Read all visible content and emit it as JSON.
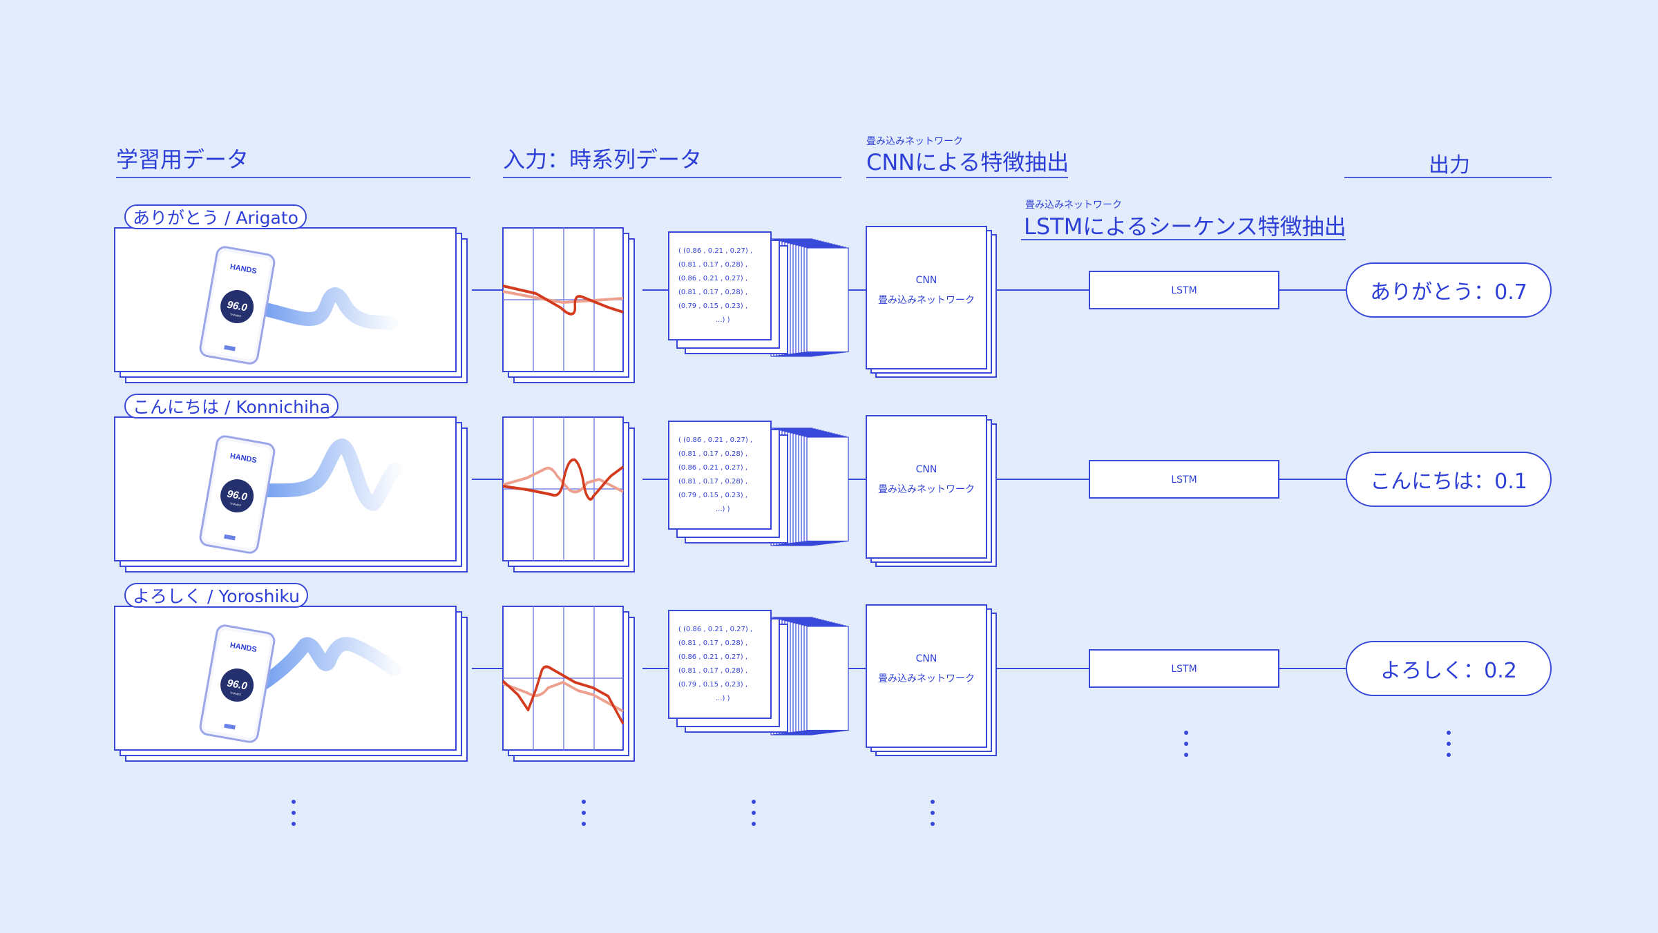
{
  "headers": {
    "training": "学習用データ",
    "input": "入力：時系列データ",
    "cnn_ruby": "畳み込みネットワーク",
    "cnn_title": "CNNによる特徴抽出",
    "lstm_ruby": "畳み込みネットワーク",
    "lstm_title": "LSTMによるシーケンス特徴抽出",
    "output": "出力"
  },
  "rows": [
    {
      "label": "ありがとう / Arigato",
      "matrix": [
        "( (0.86 , 0.21 , 0.27) ,",
        "(0.81 , 0.17 , 0.28) ,",
        "(0.86 , 0.21 , 0.27) ,",
        "(0.81 , 0.17 , 0.28) ,",
        "(0.79 , 0.15 , 0.23) ,",
        "...) )"
      ],
      "cnn_title": "CNN",
      "cnn_sub": "畳み込みネットワーク",
      "lstm": "LSTM",
      "output": "ありがとう：0.7"
    },
    {
      "label": "こんにちは / Konnichiha",
      "matrix": [
        "( (0.86 , 0.21 , 0.27) ,",
        "(0.81 , 0.17 , 0.28) ,",
        "(0.86 , 0.21 , 0.27) ,",
        "(0.81 , 0.17 , 0.28) ,",
        "(0.79 , 0.15 , 0.23) ,",
        "...) )"
      ],
      "cnn_title": "CNN",
      "cnn_sub": "畳み込みネットワーク",
      "lstm": "LSTM",
      "output": "こんにちは：0.1"
    },
    {
      "label": "よろしく / Yoroshiku",
      "matrix": [
        "( (0.86 , 0.21 , 0.27) ,",
        "(0.81 , 0.17 , 0.28) ,",
        "(0.86 , 0.21 , 0.27) ,",
        "(0.81 , 0.17 , 0.28) ,",
        "(0.79 , 0.15 , 0.23) ,",
        "...) )"
      ],
      "cnn_title": "CNN",
      "cnn_sub": "畳み込みネットワーク",
      "lstm": "LSTM",
      "output": "よろしく：0.2"
    }
  ],
  "phone": {
    "brand": "HANDS",
    "score": "96.0",
    "score_caption": "THANKS"
  },
  "colors": {
    "background": "#e2ecfb",
    "accent": "#2d3fd6",
    "signal_dark": "#d43a1e",
    "signal_light": "#eea08f",
    "phone_circle": "#25306e"
  }
}
